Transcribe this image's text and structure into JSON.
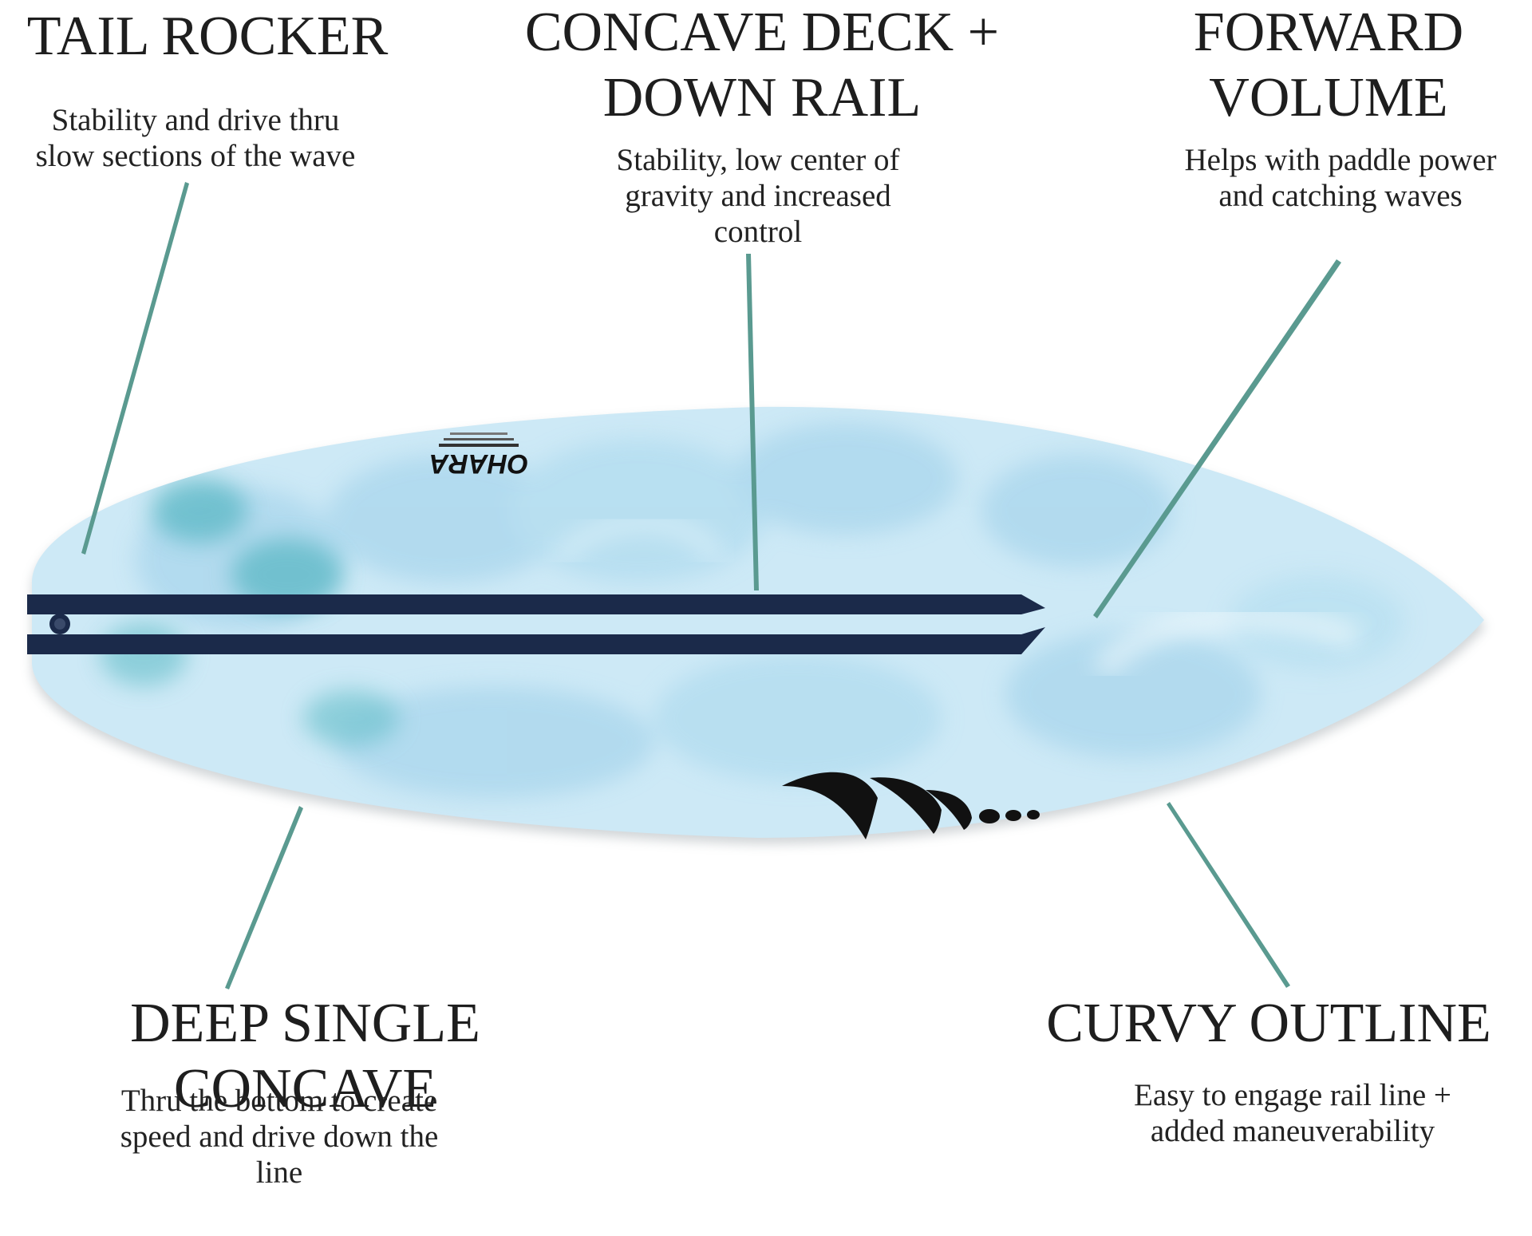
{
  "accent_color": "#5a9a90",
  "board": {
    "logo_text": "OHARA",
    "colors": {
      "base": "#cde9f6",
      "swirl_light": "#a9d6ec",
      "swirl_teal": "#4fb3bf",
      "stringer": "#1b2a4a",
      "fin_mark": "#111111"
    }
  },
  "callouts": [
    {
      "id": "tail-rocker",
      "title": "TAIL ROCKER",
      "description": "Stability and drive thru\nslow sections of the wave"
    },
    {
      "id": "concave-deck-down-rail",
      "title": "CONCAVE DECK +\nDOWN RAIL",
      "description": "Stability, low center of\ngravity and increased\ncontrol"
    },
    {
      "id": "forward-volume",
      "title": "FORWARD\nVOLUME",
      "description": "Helps with paddle power\nand catching waves"
    },
    {
      "id": "deep-single-concave",
      "title": "DEEP SINGLE CONCAVE",
      "description": "Thru the bottom to create\nspeed and drive down the\nline"
    },
    {
      "id": "curvy-outline",
      "title": "CURVY OUTLINE",
      "description": "Easy to engage rail line +\nadded maneuverability"
    }
  ]
}
